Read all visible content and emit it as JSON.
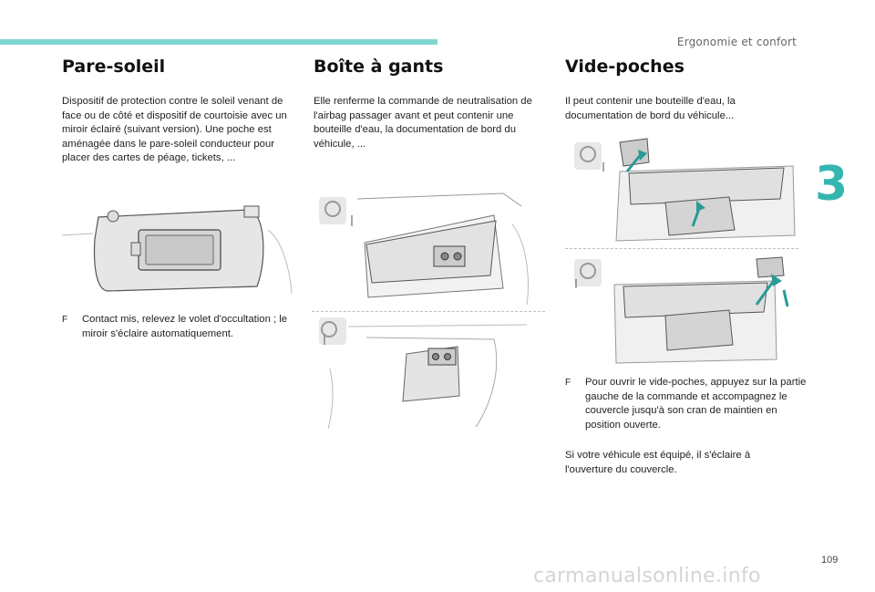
{
  "header": {
    "section_title": "Ergonomie et confort",
    "chapter_number": "3",
    "page_number": "109"
  },
  "pare_soleil": {
    "title": "Pare-soleil",
    "text": "Dispositif de protection contre le soleil venant de face ou de côté et dispositif de courtoisie avec un miroir éclairé (suivant version). Une poche est aménagée dans le pare-soleil conducteur pour placer des cartes de péage, tickets, ...",
    "bullet": "Contact mis, relevez le volet d'occultation ; le miroir s'éclaire automatiquement."
  },
  "boite_a_gants": {
    "title": "Boîte à gants",
    "text": "Elle renferme la commande de neutralisation de l'airbag passager avant et peut contenir une bouteille d'eau, la documentation de bord du véhicule, ..."
  },
  "vide_poches": {
    "title": "Vide-poches",
    "text": "Il peut contenir une bouteille d'eau, la documentation de bord du véhicule...",
    "bullet": "Pour ouvrir le vide-poches, appuyez sur la partie gauche de la commande et accompagnez le couvercle jusqu'à son cran de maintien en position ouverte.",
    "note": "Si votre véhicule est équipé, il s'éclaire à l'ouverture du couvercle."
  },
  "bullet_mark": "F",
  "watermark": "carmanualsonline.info",
  "colors": {
    "accent": "#34b6b0",
    "topbar": "#7fd6d0",
    "arrow": "#2a9a96"
  }
}
